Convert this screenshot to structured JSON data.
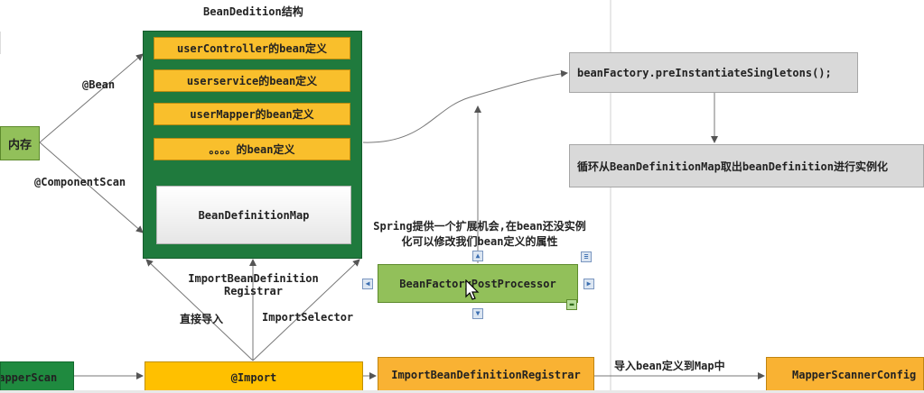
{
  "title": "BeanDedition结构",
  "left_box": "内存",
  "edge_labels": {
    "bean": "@Bean",
    "component_scan": "@ComponentScan",
    "import_registrar_line1": "ImportBeanDefinition",
    "import_registrar_line2": "Registrar",
    "direct_import": "直接导入",
    "import_selector": "ImportSelector",
    "import_to_map": "导入bean定义到Map中"
  },
  "bean_definitions": [
    "userController的bean定义",
    "userservice的bean定义",
    "userMapper的bean定义",
    "。。。。的bean定义"
  ],
  "bean_definition_map": "BeanDefinitionMap",
  "pre_instantiate": "beanFactory.preInstantiateSingletons();",
  "loop_instantiate": "循环从BeanDefinitionMap取出beanDefinition进行实例化",
  "extension_note_line1": "Spring提供一个扩展机会,在bean还没实例",
  "extension_note_line2": "化可以修改我们bean定义的属性",
  "post_processor": "BeanFactoryPostProcessor",
  "bottom_row": {
    "mapper_scan": "MapperScan",
    "import": "@Import",
    "registrar": "ImportBeanDefinitionRegistrar",
    "scanner_config": "MapperScannerConfig"
  },
  "colors": {
    "dark_green": "#1f7a3d",
    "orange": "#f9bf2c",
    "grey": "#d9d9d9",
    "light_green": "#92c05a"
  }
}
